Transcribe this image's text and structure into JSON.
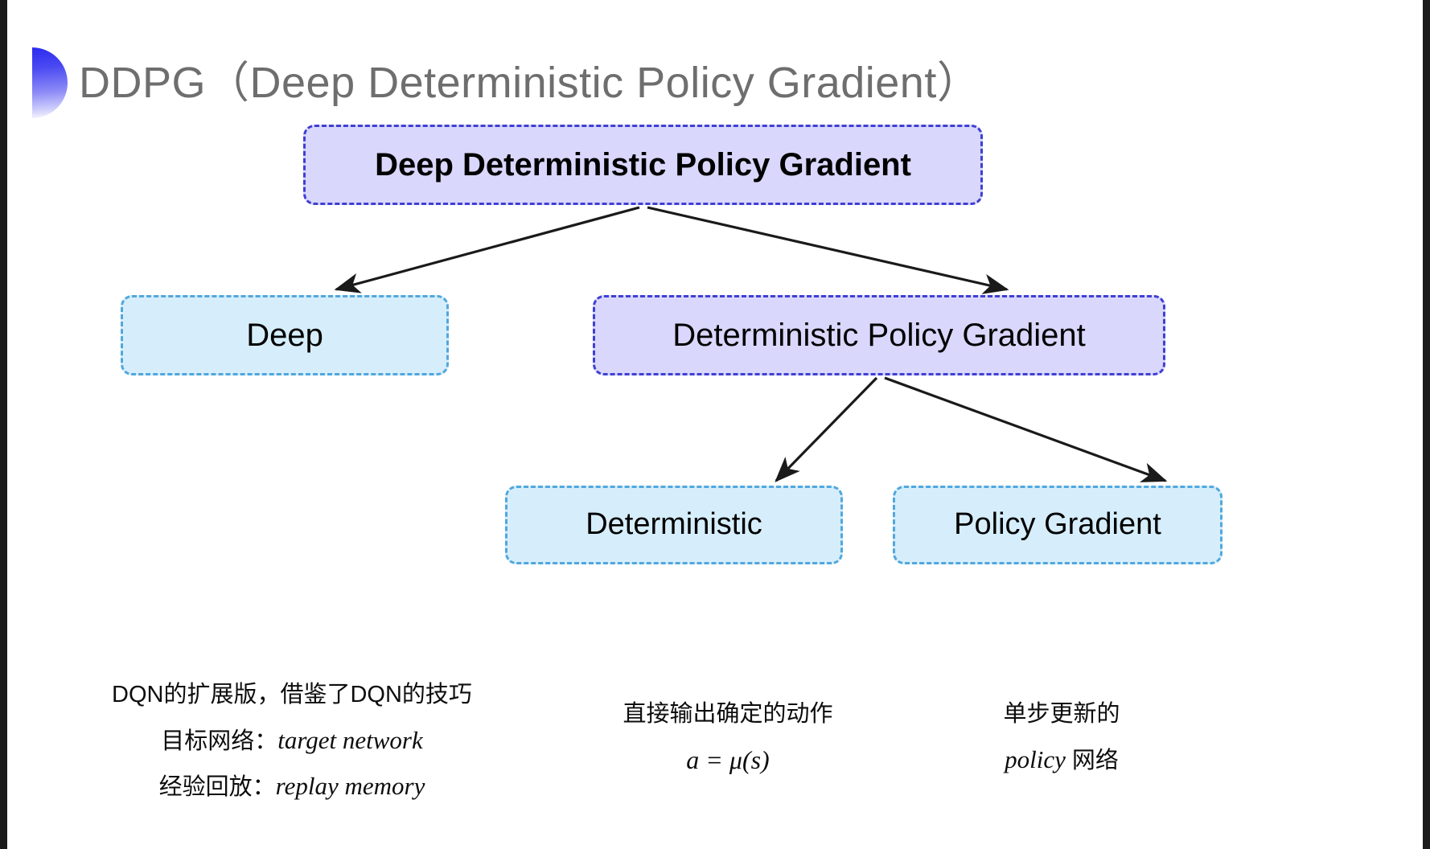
{
  "slide": {
    "title": "DDPG（Deep Deterministic Policy Gradient）",
    "background_color": "#ffffff",
    "bullet_icon": "gradient-half-circle-bullet",
    "title_color": "#6e6e6e"
  },
  "colors": {
    "purple_fill": "#d9d7fb",
    "purple_border": "#3f3fd4",
    "blue_fill": "#d6eefb",
    "blue_border": "#51a7dd",
    "arrow": "#1a1a1a",
    "text": "#0d0d0d"
  },
  "diagram": {
    "nodes": [
      {
        "id": "root",
        "label": "Deep Deterministic Policy Gradient",
        "style": "purple"
      },
      {
        "id": "deep",
        "label": "Deep",
        "style": "blue"
      },
      {
        "id": "dpg",
        "label": "Deterministic Policy Gradient",
        "style": "purple"
      },
      {
        "id": "det",
        "label": "Deterministic",
        "style": "blue"
      },
      {
        "id": "pg",
        "label": "Policy Gradient",
        "style": "blue"
      }
    ],
    "edges": [
      {
        "from": "root",
        "to": "deep"
      },
      {
        "from": "root",
        "to": "dpg"
      },
      {
        "from": "dpg",
        "to": "det"
      },
      {
        "from": "dpg",
        "to": "pg"
      }
    ]
  },
  "captions": {
    "deep": {
      "line1": "DQN的扩展版，借鉴了DQN的技巧",
      "line2_label": "目标网络：",
      "line2_term": "target network",
      "line3_label": "经验回放：",
      "line3_term": "replay memory"
    },
    "deterministic": {
      "line1": "直接输出确定的动作",
      "formula": "a = μ(s)"
    },
    "policy_gradient": {
      "line1": "单步更新的",
      "line2_term": "policy",
      "line2_suffix": " 网络"
    }
  }
}
